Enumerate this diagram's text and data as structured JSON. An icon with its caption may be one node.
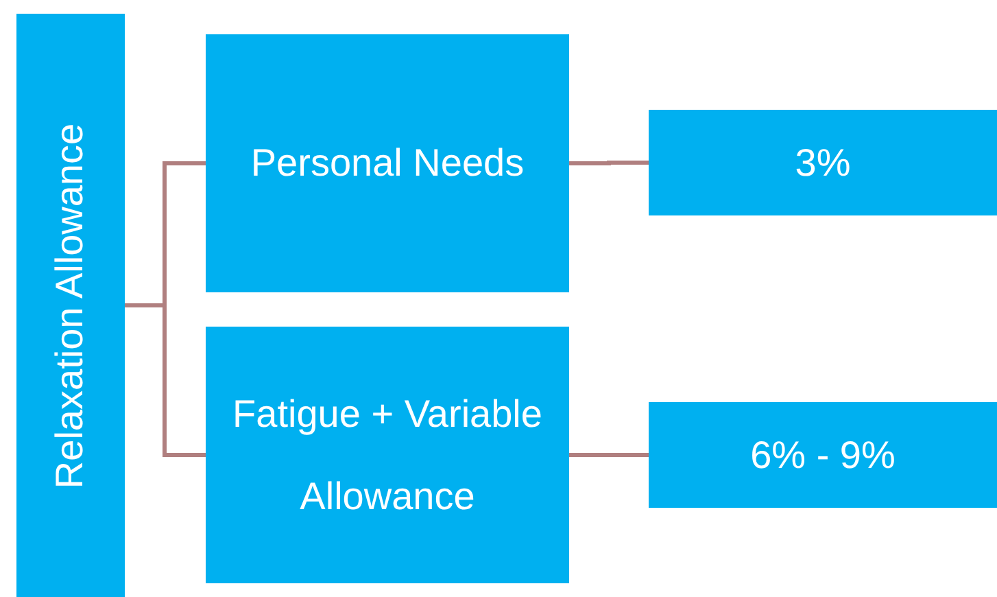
{
  "diagram": {
    "nodes": [
      {
        "text": [
          "Relaxation Allowance"
        ]
      },
      {
        "text": [
          "Personal Needs"
        ]
      },
      {
        "text": [
          "Fatigue + Variable Allowance"
        ]
      },
      {
        "text": [
          "3%"
        ]
      },
      {
        "text": [
          "6% - 9%"
        ]
      }
    ],
    "edges": [
      {
        "from": 0,
        "to": 1,
        "arrow": "none"
      },
      {
        "from": 0,
        "to": 2,
        "arrow": "none"
      },
      {
        "from": 1,
        "to": 3,
        "arrow": "none"
      },
      {
        "from": 2,
        "to": 4,
        "arrow": "none"
      }
    ]
  }
}
